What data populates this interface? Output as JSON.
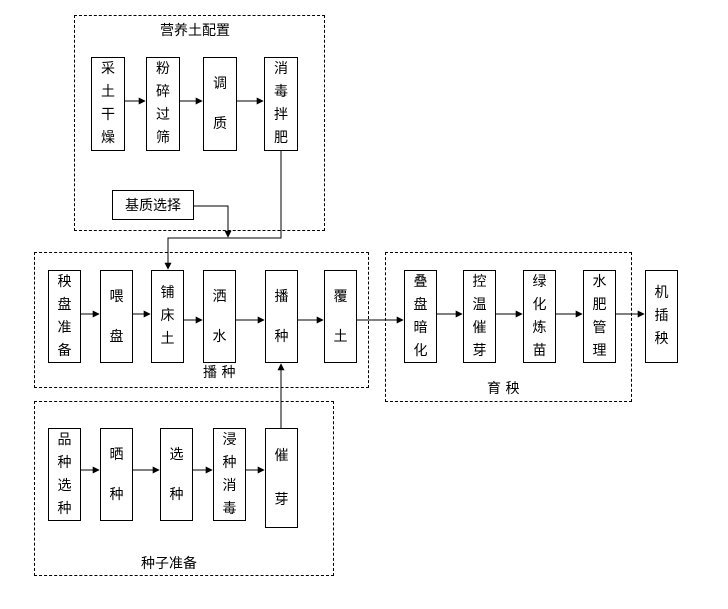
{
  "groups": {
    "soil_prep": "营养土配置",
    "sowing": "播 种",
    "nursery": "育 秧",
    "seed_prep": "种子准备"
  },
  "boxes": {
    "b_cai": "采土干燥",
    "b_fen": "粉碎过筛",
    "b_tiao": "调质",
    "b_xiao": "消毒拌肥",
    "b_jizhi": "基质选择",
    "b_yangpan": "秧盘准备",
    "b_wei": "喂盘",
    "b_pu": "铺床土",
    "b_sa": "洒水",
    "b_bo": "播种",
    "b_fu": "覆土",
    "b_die": "叠盘暗化",
    "b_kong": "控温催芽",
    "b_lv": "绿化炼苗",
    "b_shui": "水肥管理",
    "b_ji": "机插秧",
    "b_pin": "品种选种",
    "b_shai": "晒种",
    "b_xuan": "选种",
    "b_jin": "浸种消毒",
    "b_cui": "催芽"
  }
}
